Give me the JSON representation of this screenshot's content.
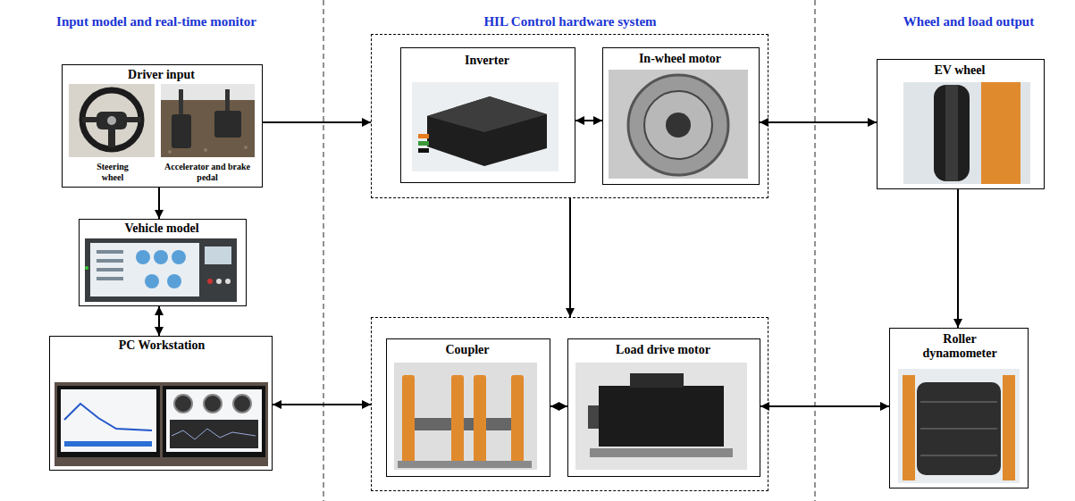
{
  "diagram": {
    "nodes": [
      {
        "text": [
          "Driver input",
          "Steering wheel",
          "Accelerator and brake pedal"
        ]
      },
      {
        "text": [
          "Vehicle model"
        ]
      },
      {
        "text": [
          "PC Workstation"
        ]
      },
      {
        "text": []
      },
      {
        "text": [
          "Inverter"
        ],
        "in": 3
      },
      {
        "text": [
          "In-wheel motor"
        ],
        "in": 3
      },
      {
        "text": []
      },
      {
        "text": [
          "Coupler"
        ],
        "in": 6
      },
      {
        "text": [
          "Load drive motor"
        ],
        "in": 6
      },
      {
        "text": [
          "EV wheel"
        ]
      },
      {
        "text": [
          "Roller dynamometer"
        ]
      }
    ],
    "edges": [
      {
        "from": 0,
        "to": 3,
        "arrow": "to"
      },
      {
        "from": 0,
        "to": 1,
        "arrow": "to"
      },
      {
        "from": 1,
        "to": 2,
        "arrow": "both"
      },
      {
        "from": 2,
        "to": 6,
        "arrow": "both"
      },
      {
        "from": 4,
        "to": 5,
        "arrow": "both"
      },
      {
        "from": 5,
        "to": 9,
        "arrow": "both"
      },
      {
        "from": 3,
        "to": 6,
        "arrow": "to"
      },
      {
        "from": 7,
        "to": 8,
        "arrow": "both"
      },
      {
        "from": 8,
        "to": 10,
        "arrow": "both"
      },
      {
        "from": 9,
        "to": 10,
        "arrow": "to"
      }
    ],
    "labels": [
      "Input model and real-time monitor",
      "HIL Control hardware system",
      "Wheel and load output"
    ]
  }
}
